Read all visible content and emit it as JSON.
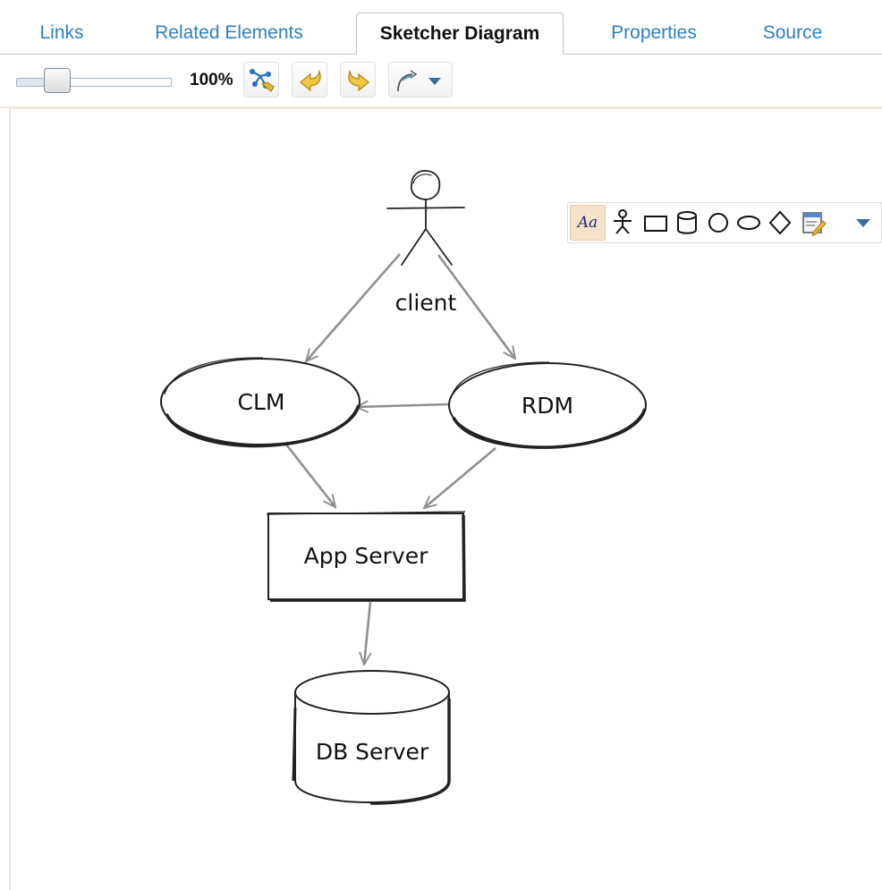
{
  "tabs": [
    {
      "label": "Links",
      "active": false
    },
    {
      "label": "Related Elements",
      "active": false
    },
    {
      "label": "Sketcher Diagram",
      "active": true
    },
    {
      "label": "Properties",
      "active": false
    },
    {
      "label": "Source",
      "active": false
    }
  ],
  "toolbar": {
    "zoom_label": "100%",
    "zoom_level": 0.3,
    "buttons": [
      "auto-layout-icon",
      "undo-icon",
      "redo-icon",
      "connector-style-icon"
    ]
  },
  "palette": {
    "text_tool_label": "Aa",
    "tools": [
      "text-icon",
      "actor-icon",
      "rectangle-icon",
      "database-icon",
      "circle-icon",
      "ellipse-icon",
      "diamond-icon",
      "note-icon",
      "dropdown-arrow-icon"
    ]
  },
  "diagram": {
    "nodes": {
      "client": "client",
      "clm": "CLM",
      "rdm": "RDM",
      "app_server": "App Server",
      "db_server": "DB Server"
    }
  },
  "colors": {
    "tab_link": "#2f7fbf",
    "palette_highlight": "#f6e2c9",
    "connector": "#8f8f8f",
    "canvas_border": "#f3e6d6"
  }
}
